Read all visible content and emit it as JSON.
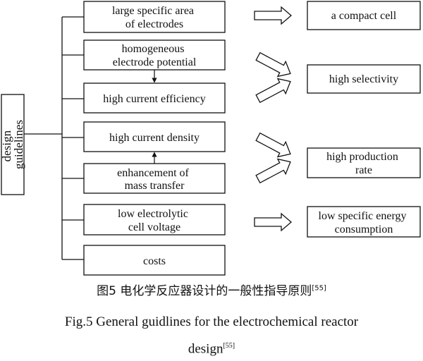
{
  "diagram": {
    "root_label": [
      "design",
      "guidelines"
    ],
    "factors": [
      {
        "id": "large-specific-area",
        "lines": [
          "large specific area",
          "of electrodes"
        ]
      },
      {
        "id": "homogeneous-potential",
        "lines": [
          "homogeneous",
          "electrode potential"
        ]
      },
      {
        "id": "high-current-efficiency",
        "lines": [
          "high current efficiency"
        ]
      },
      {
        "id": "high-current-density",
        "lines": [
          "high  current density"
        ]
      },
      {
        "id": "enhancement-mass-transfer",
        "lines": [
          "enhancement of",
          "mass transfer"
        ]
      },
      {
        "id": "low-cell-voltage",
        "lines": [
          "low electrolytic",
          "cell voltage"
        ]
      },
      {
        "id": "costs",
        "lines": [
          "costs"
        ]
      }
    ],
    "outcomes": [
      {
        "id": "compact-cell",
        "lines": [
          "a compact cell"
        ]
      },
      {
        "id": "high-selectivity",
        "lines": [
          "high selectivity"
        ]
      },
      {
        "id": "high-production-rate",
        "lines": [
          "high production",
          "rate"
        ]
      },
      {
        "id": "low-energy-consumption",
        "lines": [
          "low specific energy",
          "consumption"
        ]
      }
    ]
  },
  "caption": {
    "zh_text": "图5    电化学反应器设计的一般性指导原则",
    "zh_ref": "[55]",
    "en_line1": "Fig.5    General guidlines for the electrochemical reactor",
    "en_line2": "design",
    "en_ref": "[55]"
  }
}
